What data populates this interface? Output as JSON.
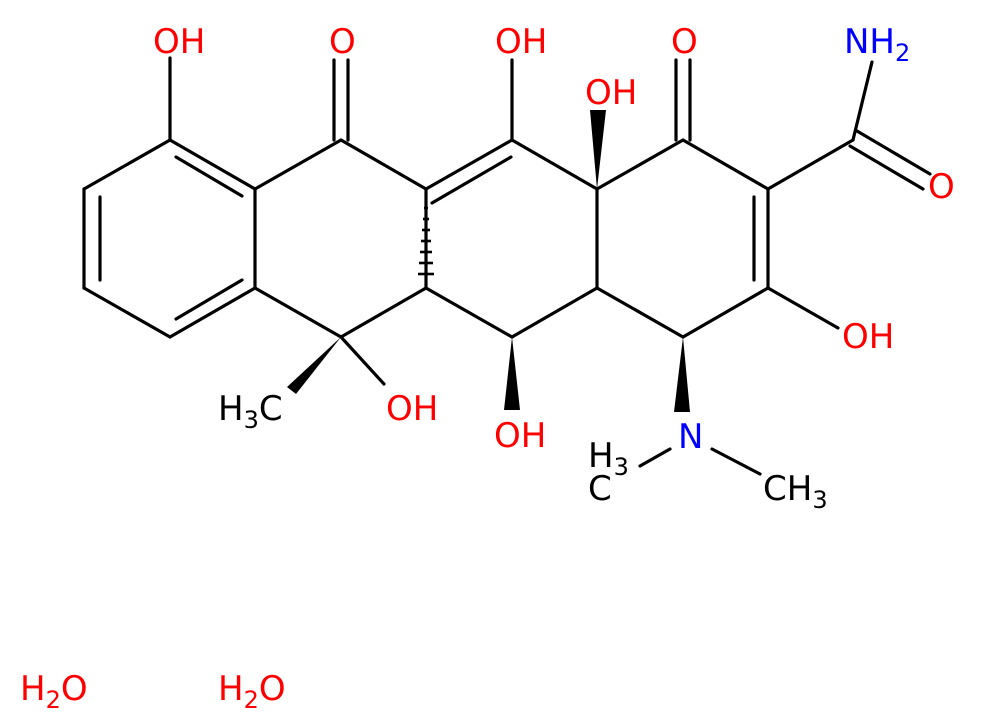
{
  "colors": {
    "background": "#ffffff",
    "bond": "#000000",
    "carbon": "#000000",
    "oxygen": "#ff0000",
    "nitrogen": "#0000ff"
  },
  "labels": {
    "oh_aromatic": "OH",
    "o_ketone_left": "O",
    "oh_enol_mid": "OH",
    "oh_ring_junction": "OH",
    "o_ketone_right": "O",
    "amide_n": "NH",
    "amide_n_sub": "2",
    "amide_o": "O",
    "oh_enol_right": "OH",
    "methyl_h": "H",
    "methyl_sub": "3",
    "methyl_c": "C",
    "oh_tertiary": "OH",
    "oh_secondary": "OH",
    "n_dimethyl": "N",
    "nme_left_h": "H",
    "nme_left_sub": "3",
    "nme_left_c": "C",
    "nme_right_c": "CH",
    "nme_right_sub": "3",
    "water1_h": "H",
    "water1_sub": "2",
    "water1_o": "O",
    "water2_h": "H",
    "water2_sub": "2",
    "water2_o": "O"
  }
}
